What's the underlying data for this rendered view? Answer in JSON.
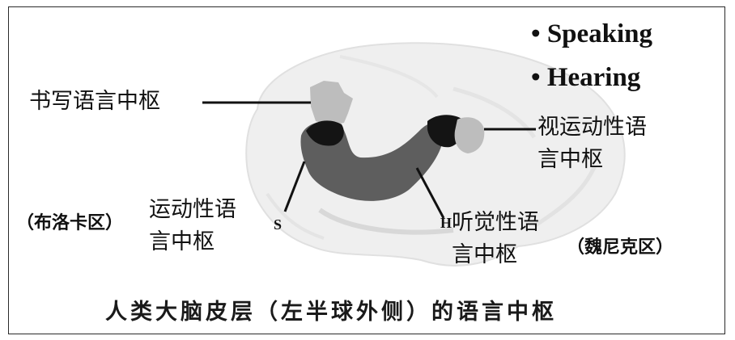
{
  "bullets": [
    "Speaking",
    "Hearing"
  ],
  "labels": {
    "writing_center": "书写语言中枢",
    "visual_motor_line1": "视运动性语",
    "visual_motor_line2": "言中枢",
    "broca_paren": "（布洛卡区）",
    "motor_speech_line1": "运动性语",
    "motor_speech_line2": "言中枢",
    "s_marker": "S",
    "h_marker": "H",
    "auditory_line1": "听觉性语",
    "auditory_line2": "言中枢",
    "wernicke_paren": "（魏尼克区）"
  },
  "caption": "人类大脑皮层（左半球外侧）的语言中枢",
  "colors": {
    "cortex": "#efefef",
    "region_dark": "#141414",
    "region_mid": "#5e5e5e",
    "region_light": "#bdbdbd"
  }
}
